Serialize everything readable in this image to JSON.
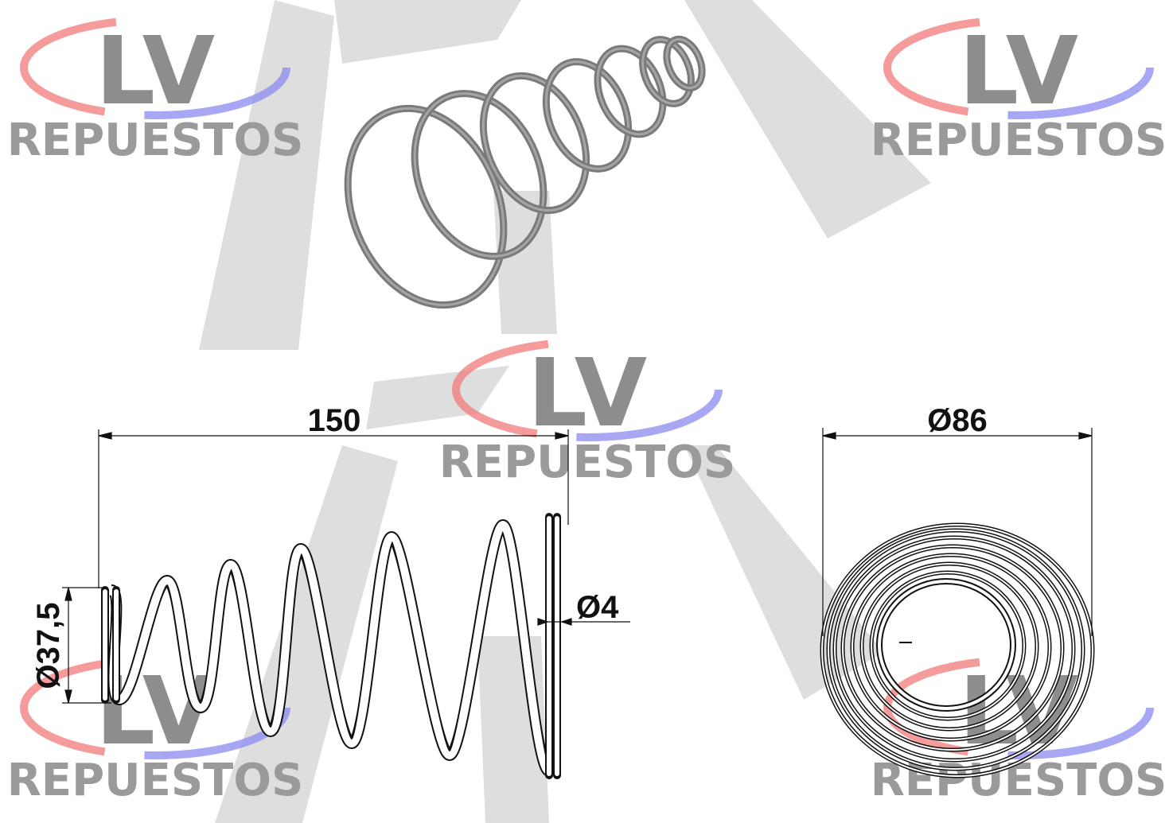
{
  "watermark": {
    "logo_text": "LV",
    "sub_text": "REPUESTOS",
    "colors": {
      "left_arc": "#f27a7a",
      "right_arc": "#8a8af0",
      "letters": "#8d8d8d",
      "background_shape": "#dcdcdc"
    }
  },
  "dimensions": {
    "length": "150",
    "outer_diameter": "Ø86",
    "end_diameter": "Ø37,5",
    "wire_diameter": "Ø4"
  },
  "colors": {
    "spring_3d": "#7a7a7a",
    "drawing_line": "#111111"
  }
}
